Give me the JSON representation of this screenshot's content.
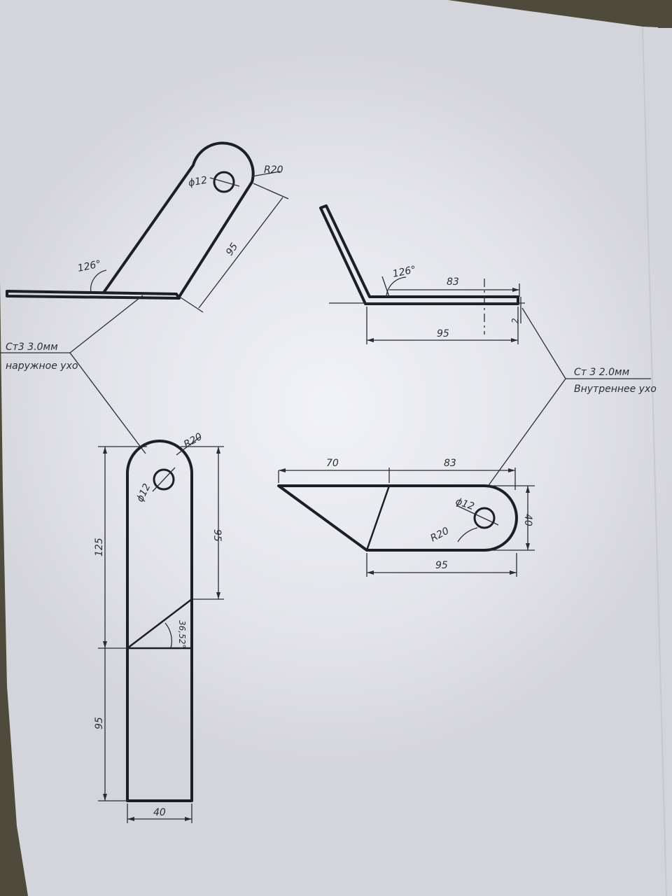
{
  "colors": {
    "paper": "#e9eaee",
    "ink": "#1c1f26",
    "table_background": "#4e4a3c"
  },
  "labels": {
    "outer_material": "Ст3 3.0мм",
    "outer_name": "наружное ухо",
    "inner_material": "Ст 3 2.0мм",
    "inner_name": "Внутреннее ухо"
  },
  "outer_side_view": {
    "hole_dia": "ϕ12",
    "radius": "R20",
    "length": "95",
    "angle": "126°"
  },
  "inner_side_view": {
    "angle": "126°",
    "length_top": "83",
    "length_bottom": "95",
    "thickness": "2"
  },
  "outer_flat": {
    "radius": "R20",
    "hole_dia": "ϕ12",
    "height_total": "125",
    "height_top": "95",
    "height_bottom": "95",
    "width": "40",
    "angle": "36,52°"
  },
  "inner_flat": {
    "length_left": "70",
    "length_right": "83",
    "hole_dia": "ϕ12",
    "radius": "R20",
    "height": "40",
    "length_bottom": "95"
  }
}
